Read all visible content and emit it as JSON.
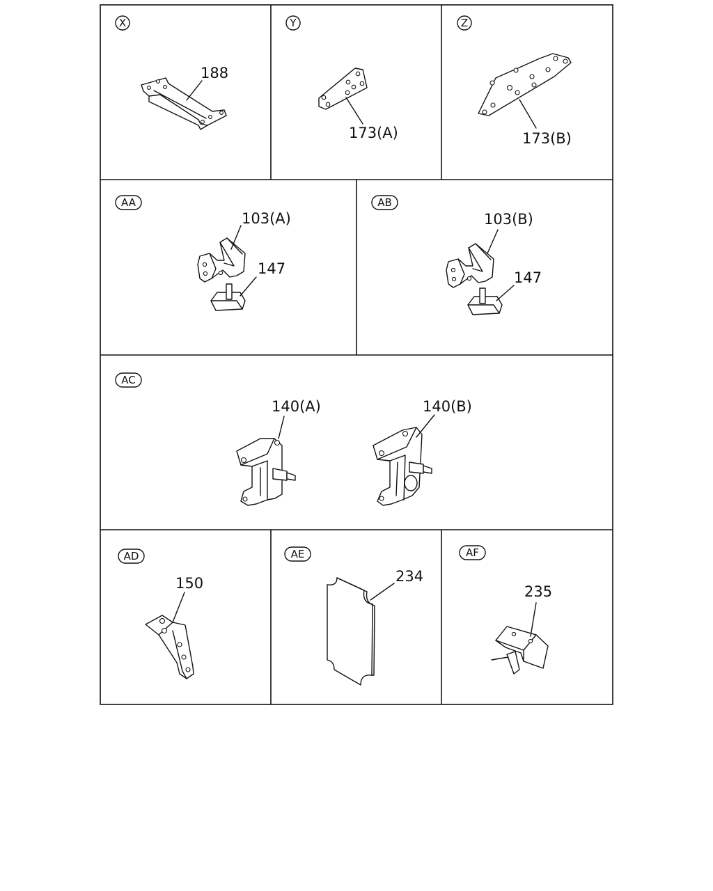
{
  "panels": [
    {
      "id": "X",
      "parts": [
        "188"
      ]
    },
    {
      "id": "Y",
      "parts": [
        "173(A)"
      ]
    },
    {
      "id": "Z",
      "parts": [
        "173(B)"
      ]
    },
    {
      "id": "AA",
      "parts": [
        "103(A)",
        "147"
      ]
    },
    {
      "id": "AB",
      "parts": [
        "103(B)",
        "147"
      ]
    },
    {
      "id": "AC",
      "parts": [
        "140(A)",
        "140(B)"
      ]
    },
    {
      "id": "AD",
      "parts": [
        "150"
      ]
    },
    {
      "id": "AE",
      "parts": [
        "234"
      ]
    },
    {
      "id": "AF",
      "parts": [
        "235"
      ]
    }
  ]
}
